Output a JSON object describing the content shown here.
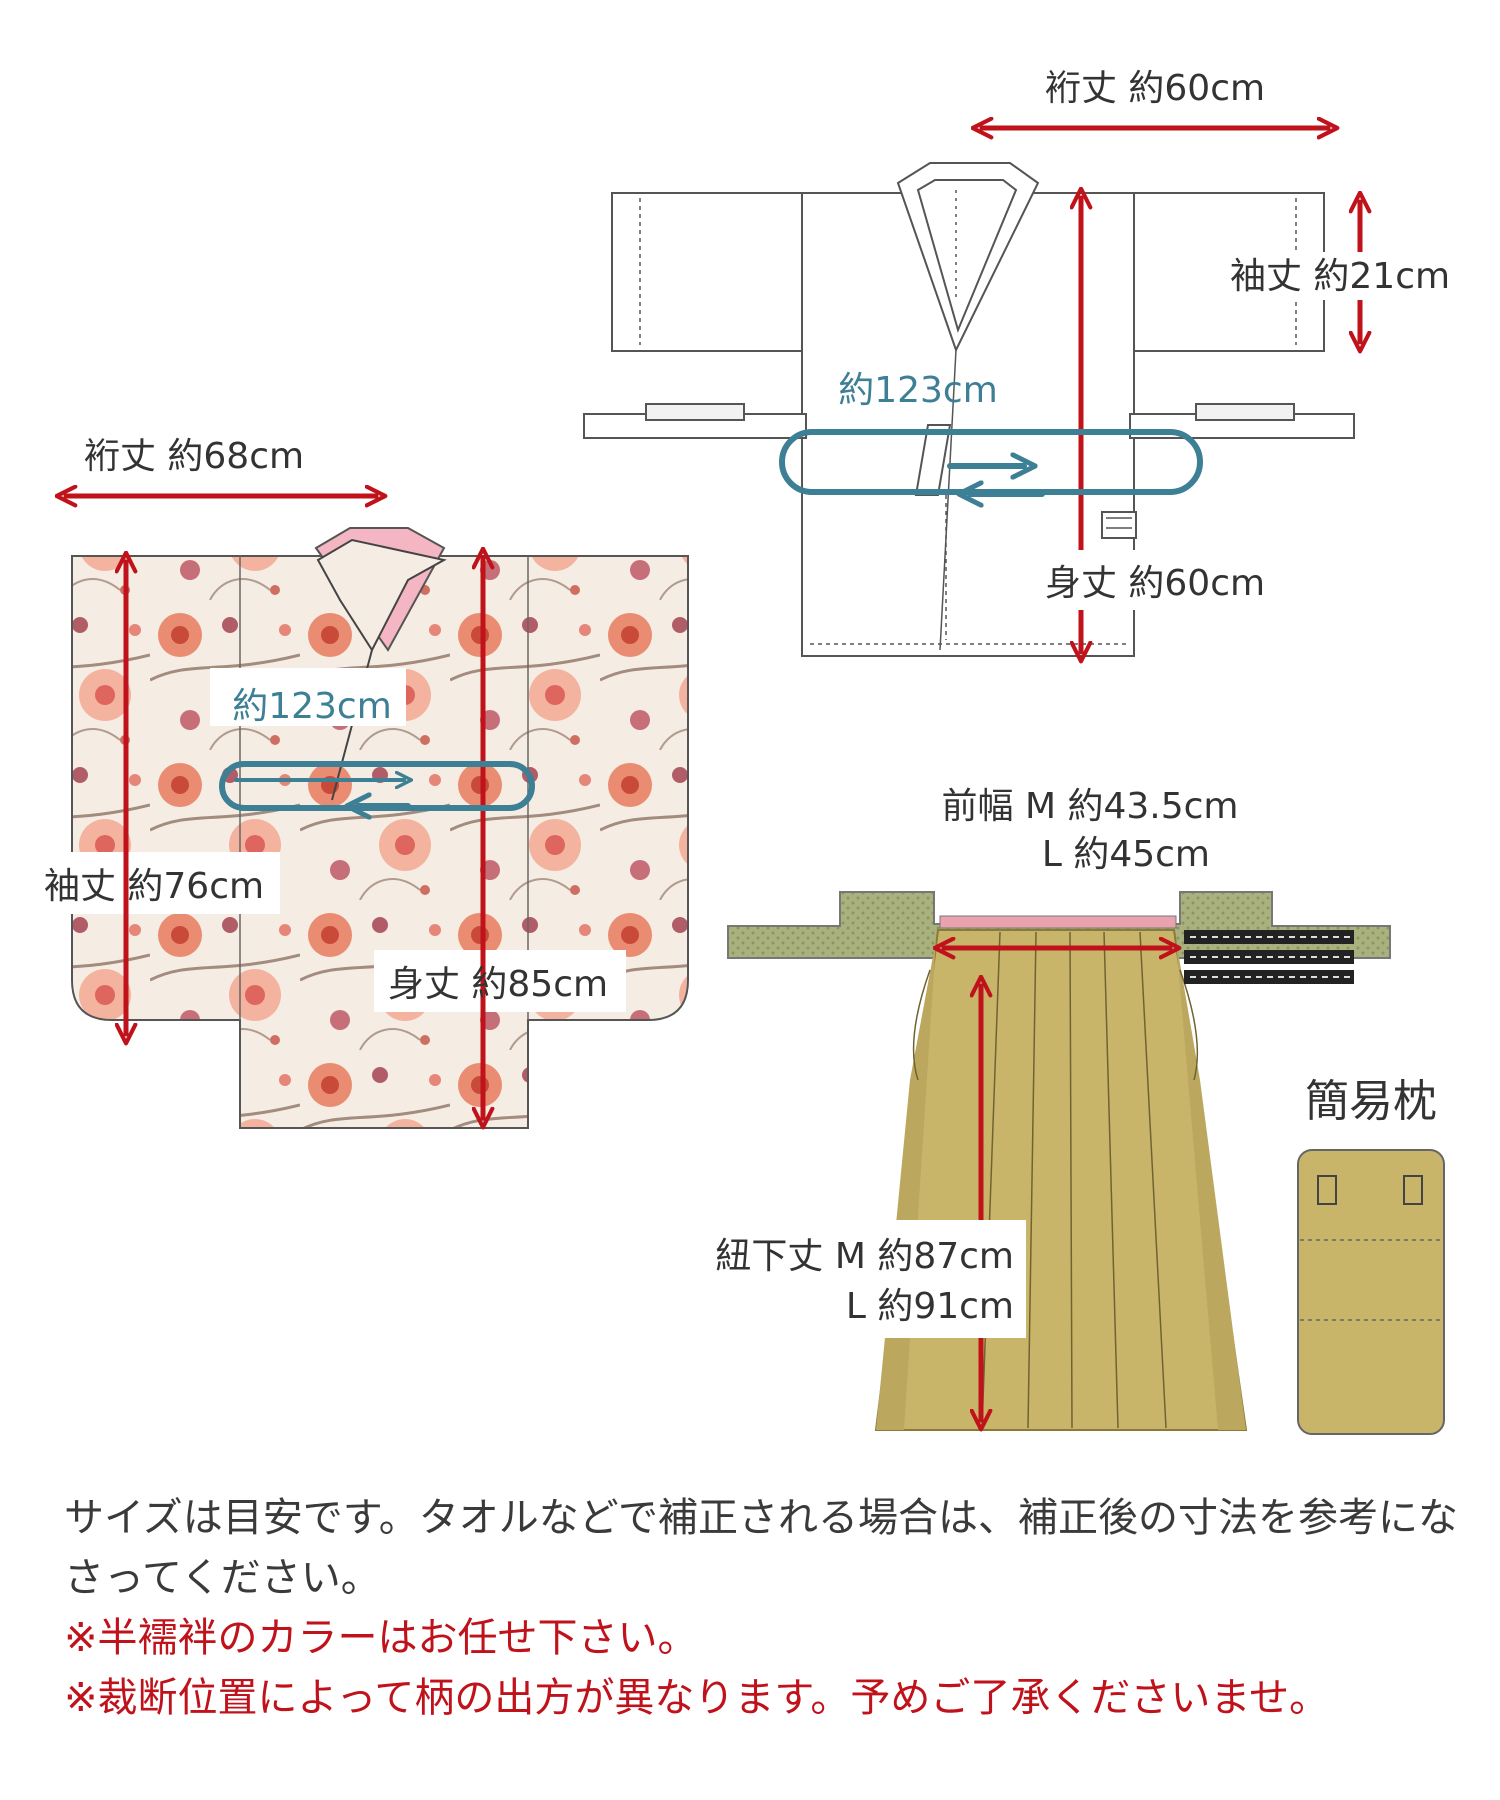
{
  "colors": {
    "accent_red": "#c0121a",
    "accent_blue": "#3d7f94",
    "hakama_olive": "#c8b56a",
    "himo_green": "#a9b27e",
    "kimono_cream": "#f5ede3",
    "collar_pink": "#f4b6c2"
  },
  "labels": {
    "juban_yuki": "裄丈 約60cm",
    "juban_sodetake": "袖丈 約21cm",
    "juban_himo": "約123cm",
    "juban_mitake": "身丈 約60cm",
    "kimono_yuki": "裄丈 約68cm",
    "kimono_himo": "約123cm",
    "kimono_sodetake": "袖丈 約76cm",
    "kimono_mitake": "身丈 約85cm",
    "hakama_maehaba_m": "前幅 M 約43.5cm",
    "hakama_maehaba_l": "L  約45cm",
    "hakama_himoshita_m": "紐下丈 M 約87cm",
    "hakama_himoshita_l": "L  約91cm",
    "pillow": "簡易枕"
  },
  "notes": {
    "size_note": "サイズは目安です。タオルなどで補正される場合は、補正後の寸法を参考になさってください。",
    "color_note": "※半襦袢のカラーはお任せ下さい。",
    "pattern_note": "※裁断位置によって柄の出方が異なります。予めご了承くださいませ。"
  }
}
